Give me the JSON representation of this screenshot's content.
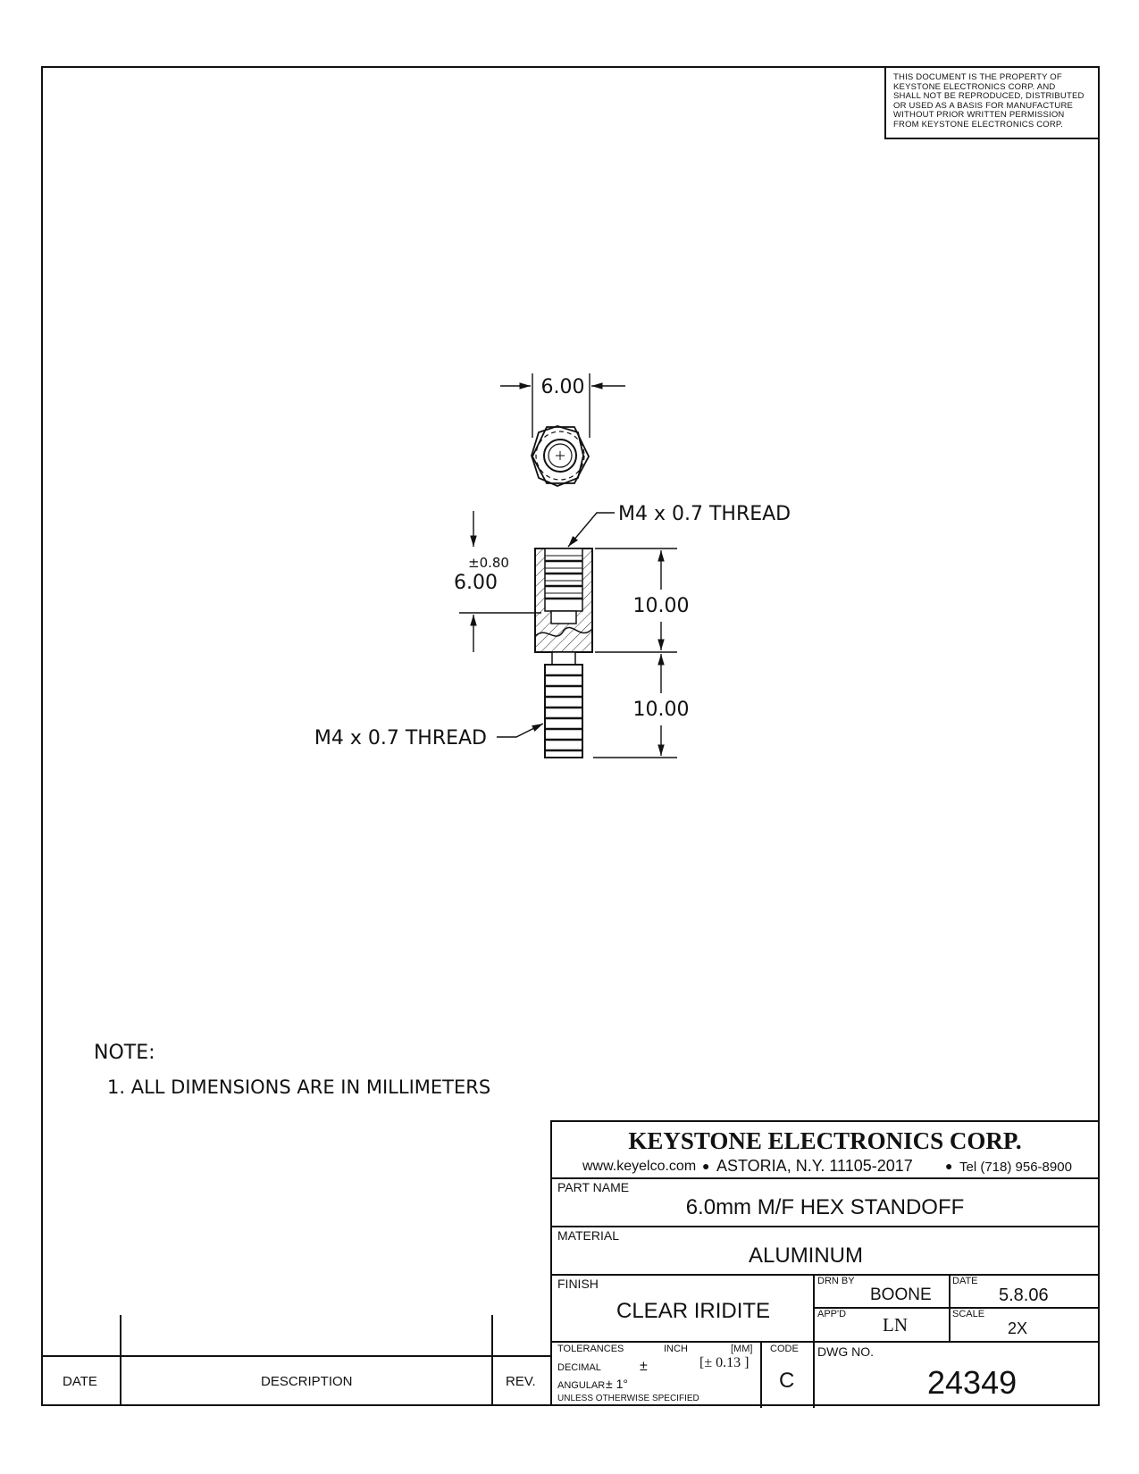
{
  "notice": {
    "lines": [
      "THIS DOCUMENT IS THE PROPERTY OF",
      "KEYSTONE ELECTRONICS CORP. AND",
      "SHALL NOT BE REPRODUCED, DISTRIBUTED",
      "OR USED AS A BASIS FOR MANUFACTURE",
      "WITHOUT PRIOR WRITTEN PERMISSION",
      "FROM KEYSTONE ELECTRONICS CORP."
    ]
  },
  "drawing": {
    "hex_width": "6.00",
    "top_thread": "M4 x 0.7 THREAD",
    "thread_depth": "6.00",
    "thread_depth_tol": "±0.80",
    "body_length": "10.00",
    "stud_length": "10.00",
    "bottom_thread": "M4 x 0.7 THREAD"
  },
  "notes": {
    "title": "NOTE:",
    "items": [
      "1. ALL DIMENSIONS ARE IN MILLIMETERS"
    ]
  },
  "title_block": {
    "company": "KEYSTONE ELECTRONICS CORP.",
    "website": "www.keyelco.com",
    "address": "ASTORIA, N.Y. 11105-2017",
    "phone": "Tel (718) 956-8900",
    "part_name_label": "PART NAME",
    "part_name": "6.0mm M/F HEX STANDOFF",
    "material_label": "MATERIAL",
    "material": "ALUMINUM",
    "finish_label": "FINISH",
    "finish": "CLEAR IRIDITE",
    "drn_by_label": "DRN BY",
    "drn_by": "BOONE",
    "date_label": "DATE",
    "date": "5.8.06",
    "appd_label": "APP'D",
    "appd": "LN",
    "scale_label": "SCALE",
    "scale": "2X",
    "tolerances_label": "TOLERANCES",
    "inch_label": "INCH",
    "mm_label": "[MM]",
    "decimal_label": "DECIMAL",
    "decimal_inch": "±",
    "decimal_mm": "[± 0.13 ]",
    "angular_label": "ANGULAR",
    "angular": "± 1°",
    "unless": "UNLESS OTHERWISE SPECIFIED",
    "code_label": "CODE",
    "code": "C",
    "dwg_no_label": "DWG NO.",
    "dwg_no": "24349"
  },
  "revision": {
    "date_label": "DATE",
    "description_label": "DESCRIPTION",
    "rev_label": "REV."
  }
}
